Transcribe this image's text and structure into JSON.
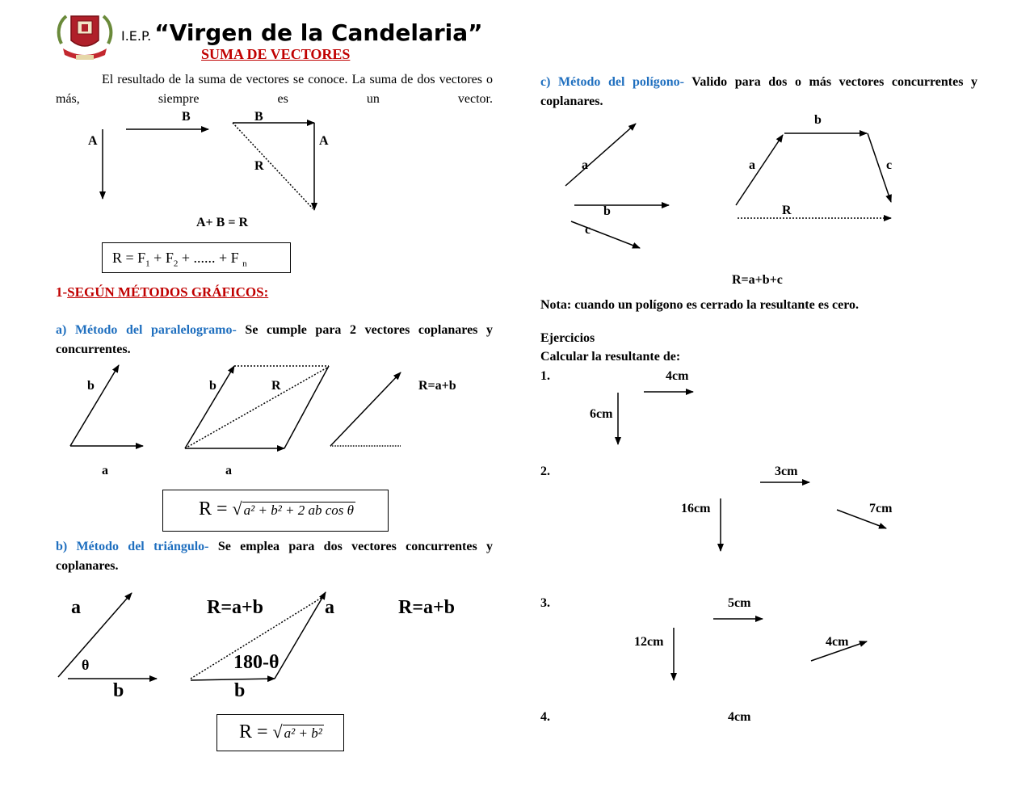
{
  "header": {
    "school_prefix": "I.E.P.",
    "school_name": "“Virgen de la Candelaria”",
    "logo_icon": "school-crest-icon"
  },
  "title": "SUMA DE VECTORES",
  "intro": {
    "text": "El resultado de la suma de vectores se conoce. La suma de dos vectores o más, siempre es un vector.",
    "labels": {
      "A1": "A",
      "B1": "B",
      "B2": "B",
      "A2": "A",
      "R": "R"
    },
    "equation": "A+ B = R",
    "sum_formula": {
      "lead": "R = F",
      "sub1": "1",
      "mid1": " + F",
      "sub2": "2",
      "tail": " + ...... + F",
      "subn": "n"
    }
  },
  "section1": {
    "number": "1-",
    "title": "SEGÚN MÉTODOS GRÁFICOS:"
  },
  "method_a": {
    "label": "a) Método del paralelogramo-",
    "description": "Se cumple para 2 vectores coplanares y concurrentes.",
    "labels": {
      "b1": "b",
      "a1": "a",
      "b2": "b",
      "R": "R",
      "a2": "a",
      "result": "R=a+b"
    },
    "formula": {
      "lead": "R =",
      "radicand": "a² + b² + 2 ab cos θ"
    }
  },
  "method_b": {
    "label": "b) Método del triángulo-",
    "description": "Se emplea para dos vectores concurrentes y coplanares.",
    "labels": {
      "a1": "a",
      "theta": "θ",
      "b1": "b",
      "result1": "R=a+b",
      "angle": "180-θ",
      "a2": "a",
      "b2": "b",
      "result2": "R=a+b"
    },
    "formula": {
      "lead": "R =",
      "radicand": "a² + b²"
    }
  },
  "method_c": {
    "label": "c) Método del polígono-",
    "description": "Valido para dos o más vectores concurrentes y coplanares.",
    "labels": {
      "a1": "a",
      "b1": "b",
      "c1": "c",
      "a2": "a",
      "b2": "b",
      "c2": "c",
      "R": "R"
    },
    "equation": "R=a+b+c",
    "note": "Nota: cuando un polígono es cerrado la resultante es cero."
  },
  "exercises": {
    "title": "Ejercicios",
    "prompt": "Calcular la resultante de:",
    "items": [
      {
        "number": "1.",
        "vectors": [
          "4cm",
          "6cm"
        ]
      },
      {
        "number": "2.",
        "vectors": [
          "3cm",
          "16cm",
          "7cm"
        ]
      },
      {
        "number": "3.",
        "vectors": [
          "5cm",
          "12cm",
          "4cm"
        ]
      },
      {
        "number": "4.",
        "vectors": [
          "4cm"
        ]
      }
    ]
  }
}
